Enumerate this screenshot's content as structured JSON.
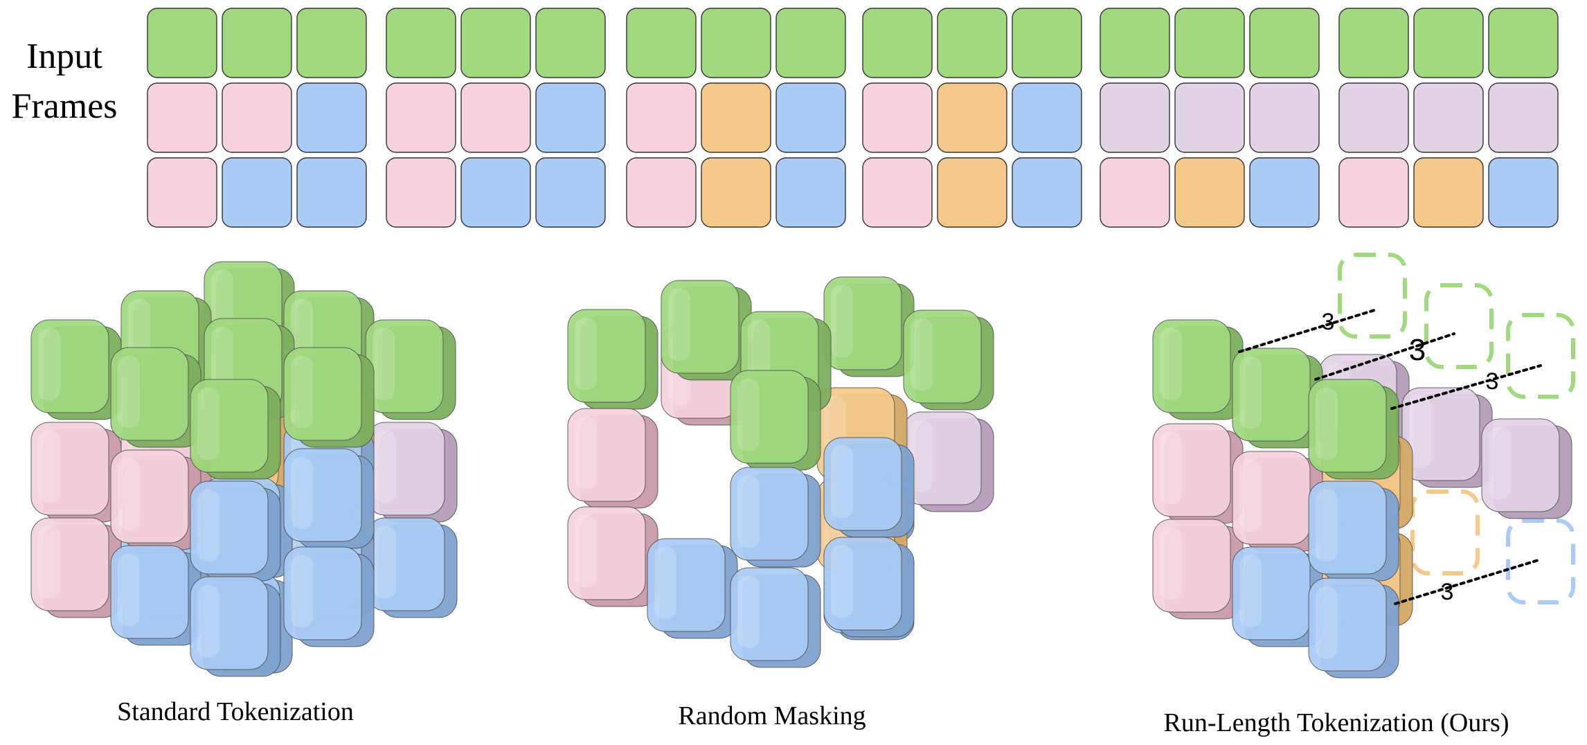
{
  "input_label": [
    "Input",
    "Frames"
  ],
  "colors": {
    "green": "#A0D97E",
    "pink": "#F6D3DC",
    "blue": "#A9CCF6",
    "orange": "#F5C98A",
    "purple": "#E3D3E6",
    "outline": "#333333",
    "cube_green_dark": "#7DB05E",
    "cube_pink_dark": "#C99AA8",
    "cube_blue_dark": "#7FA3CF",
    "cube_orange_dark": "#D4A865",
    "cube_purple_dark": "#B59CB8"
  },
  "frames": [
    [
      [
        "green",
        "green",
        "green"
      ],
      [
        "pink",
        "pink",
        "blue"
      ],
      [
        "pink",
        "blue",
        "blue"
      ]
    ],
    [
      [
        "green",
        "green",
        "green"
      ],
      [
        "pink",
        "pink",
        "blue"
      ],
      [
        "pink",
        "blue",
        "blue"
      ]
    ],
    [
      [
        "green",
        "green",
        "green"
      ],
      [
        "pink",
        "orange",
        "blue"
      ],
      [
        "pink",
        "orange",
        "blue"
      ]
    ],
    [
      [
        "green",
        "green",
        "green"
      ],
      [
        "pink",
        "orange",
        "blue"
      ],
      [
        "pink",
        "orange",
        "blue"
      ]
    ],
    [
      [
        "green",
        "green",
        "green"
      ],
      [
        "purple",
        "purple",
        "purple"
      ],
      [
        "pink",
        "orange",
        "blue"
      ]
    ],
    [
      [
        "green",
        "green",
        "green"
      ],
      [
        "purple",
        "purple",
        "purple"
      ],
      [
        "pink",
        "orange",
        "blue"
      ]
    ]
  ],
  "panels": [
    {
      "caption": "Standard Tokenization"
    },
    {
      "caption": "Random Masking"
    },
    {
      "caption": "Run-Length Tokenization (Ours)"
    }
  ],
  "run_lengths": [
    "3",
    "3",
    "3",
    "3"
  ]
}
